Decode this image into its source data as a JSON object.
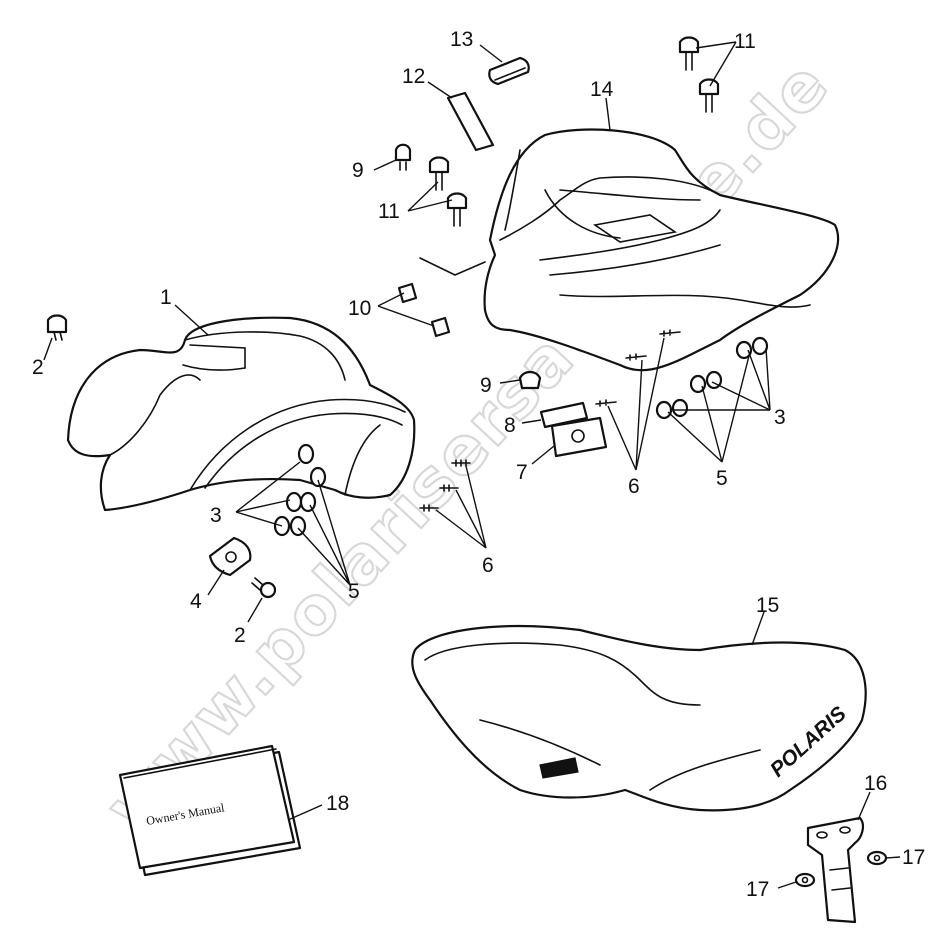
{
  "watermark": "www.polarisersatzteile.de",
  "callouts": {
    "c1": "1",
    "c2a": "2",
    "c2b": "2",
    "c3a": "3",
    "c3b": "3",
    "c4": "4",
    "c5a": "5",
    "c5b": "5",
    "c6a": "6",
    "c6b": "6",
    "c7": "7",
    "c8": "8",
    "c9a": "9",
    "c9b": "9",
    "c10": "10",
    "c11a": "11",
    "c11b": "11",
    "c12": "12",
    "c13": "13",
    "c14": "14",
    "c15": "15",
    "c16": "16",
    "c17a": "17",
    "c17b": "17",
    "c18": "18"
  },
  "owners_manual_label": "Owner's Manual",
  "seat_logo": "POLARIS"
}
